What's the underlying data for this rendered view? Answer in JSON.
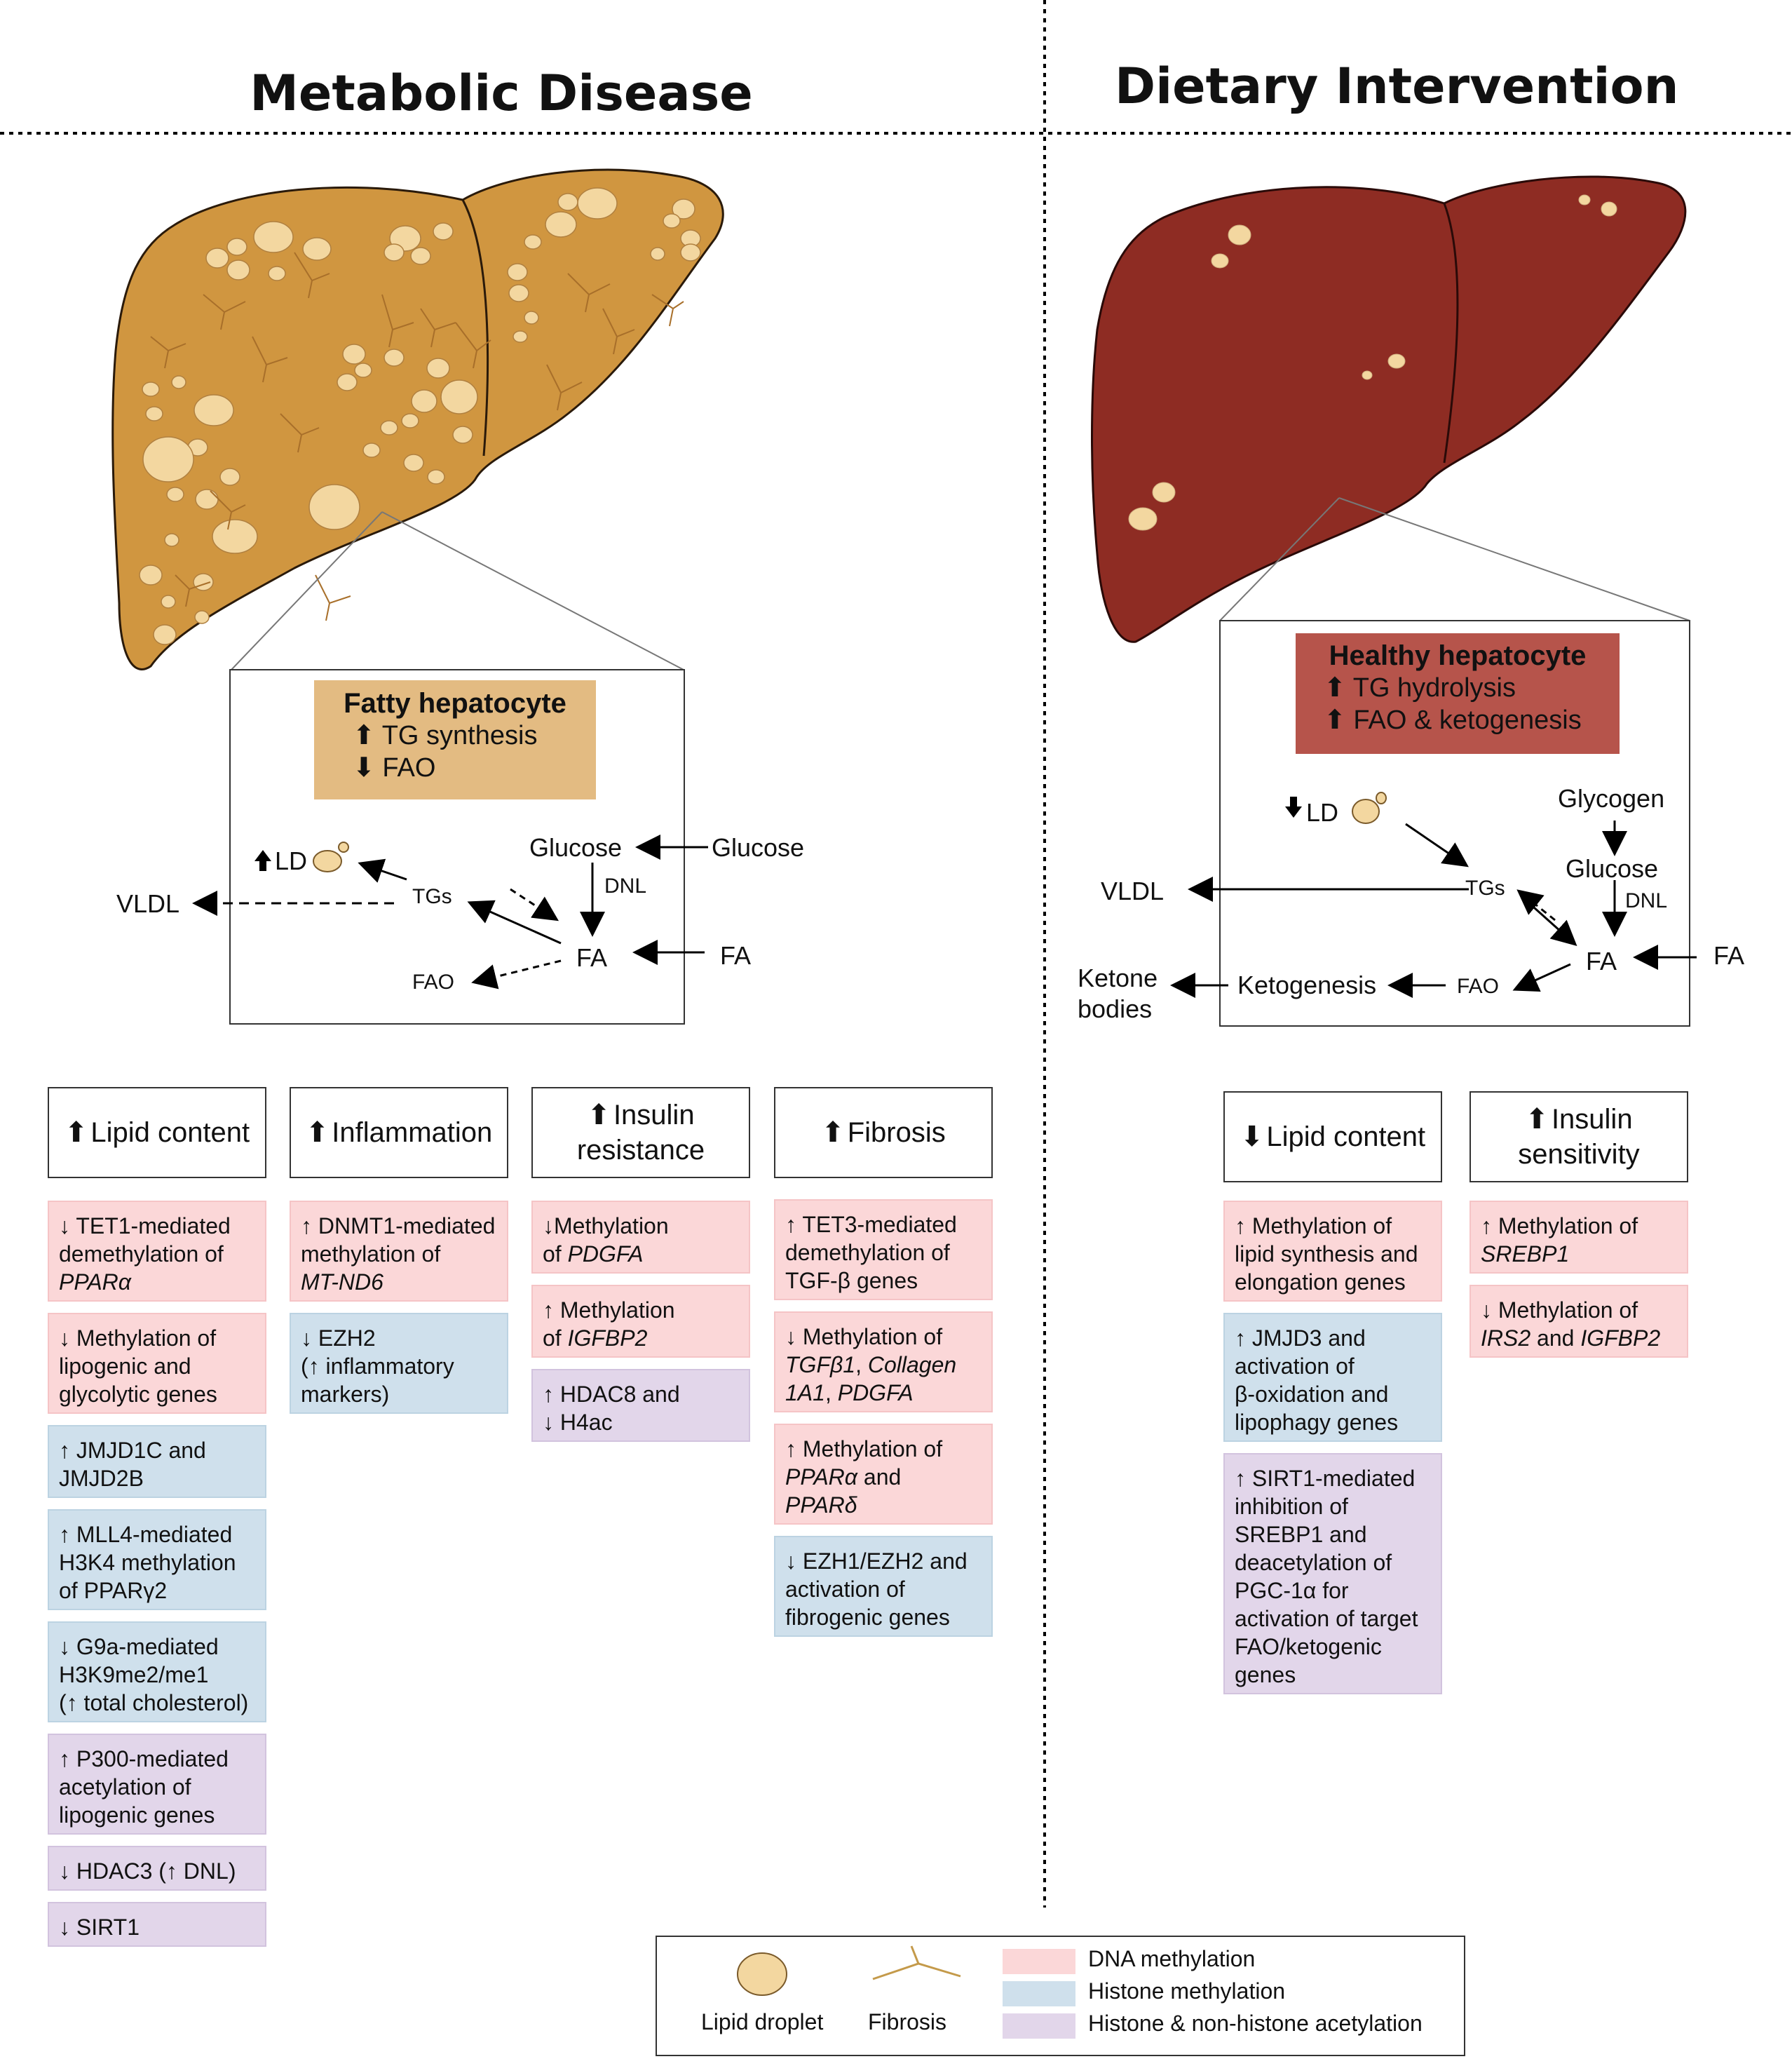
{
  "titles": {
    "left": "Metabolic Disease",
    "right": "Dietary Intervention"
  },
  "colors": {
    "fatty_liver": "#d09640",
    "fatty_liver_stroke": "#2a1a0a",
    "healthy_liver": "#8e2c23",
    "lipid_droplet": "#f3d7a0",
    "fatty_label_bg": "#e3bb82",
    "healthy_label_bg": "#b6544b",
    "dna_methylation": "#fbd7d8",
    "histone_methylation": "#cfe0ec",
    "acetylation": "#e2d6ea"
  },
  "fatty": {
    "label_title": "Fatty hepatocyte",
    "label_line1": "TG synthesis",
    "label_line2": "FAO",
    "ld": "LD",
    "tgs": "TGs",
    "vldl": "VLDL",
    "glucose_in": "Glucose",
    "glucose_out": "Glucose",
    "dnl": "DNL",
    "fa": "FA",
    "fa_in": "FA",
    "fao": "FAO"
  },
  "healthy": {
    "label_title": "Healthy hepatocyte",
    "label_line1": "TG hydrolysis",
    "label_line2": "FAO & ketogenesis",
    "ld": "LD",
    "tgs": "TGs",
    "vldl": "VLDL",
    "glycogen": "Glycogen",
    "glucose": "Glucose",
    "dnl": "DNL",
    "fa": "FA",
    "fa_in": "FA",
    "fao": "FAO",
    "ketogenesis": "Ketogenesis",
    "ketone1": "Ketone",
    "ketone2": "bodies"
  },
  "left_columns": [
    {
      "header": [
        "Lipid content"
      ],
      "arrow": "up",
      "cards": [
        {
          "type": "dna",
          "lines": [
            "↓ TET1-mediated",
            "demethylation  of",
            "<i>PPARα</i>"
          ]
        },
        {
          "type": "dna",
          "lines": [
            "↓ Methylation  of",
            "lipogenic  and",
            "glycolytic  genes"
          ]
        },
        {
          "type": "hm",
          "lines": [
            "↑ JMJD1C and",
            "JMJD2B"
          ]
        },
        {
          "type": "hm",
          "lines": [
            "↑ MLL4-mediated",
            "H3K4 methylation",
            "of PPARγ2"
          ]
        },
        {
          "type": "hm",
          "lines": [
            "↓ G9a-mediated",
            "H3K9me2/me1",
            "(↑ total cholesterol)"
          ]
        },
        {
          "type": "ac",
          "lines": [
            "↑ P300-mediated",
            "acetylation   of",
            "lipogenic  genes"
          ]
        },
        {
          "type": "ac",
          "lines": [
            "↓ HDAC3 (↑ DNL)"
          ]
        },
        {
          "type": "ac",
          "lines": [
            "↓ SIRT1"
          ]
        }
      ]
    },
    {
      "header": [
        "Inflammation"
      ],
      "arrow": "up",
      "cards": [
        {
          "type": "dna",
          "lines": [
            "↑ DNMT1-mediated",
            "methylation  of",
            "<i>MT-ND6</i>"
          ]
        },
        {
          "type": "hm",
          "lines": [
            "↓ EZH2",
            "(↑ inflammatory",
            "markers)"
          ]
        }
      ]
    },
    {
      "header": [
        "Insulin",
        "resistance"
      ],
      "arrow": "up",
      "cards": [
        {
          "type": "dna",
          "lines": [
            "↓Methylation",
            "of <i>PDGFA</i>"
          ]
        },
        {
          "type": "dna",
          "lines": [
            "↑ Methylation",
            "of <i>IGFBP2</i>"
          ]
        },
        {
          "type": "ac",
          "lines": [
            "↑ HDAC8 and",
            "↓ H4ac"
          ]
        }
      ]
    },
    {
      "header": [
        "Fibrosis"
      ],
      "arrow": "up",
      "cards": [
        {
          "type": "dna",
          "lines": [
            "↑ TET3-mediated",
            "demethylation  of",
            "TGF-β genes"
          ]
        },
        {
          "type": "dna",
          "lines": [
            "↓ Methylation  of",
            "<i>TGFβ1</i>, <i>Collagen</i>",
            "<i>1A1</i>,  <i>PDGFA</i>"
          ]
        },
        {
          "type": "dna",
          "lines": [
            "↑ Methylation  of",
            "<i>PPARα</i>  and",
            "<i>PPARδ</i>"
          ]
        },
        {
          "type": "hm",
          "lines": [
            "↓ EZH1/EZH2  and",
            "activation  of",
            "fibrogenic  genes"
          ]
        }
      ]
    }
  ],
  "right_columns": [
    {
      "header": [
        "Lipid content"
      ],
      "arrow": "down",
      "cards": [
        {
          "type": "dna",
          "lines": [
            "↑ Methylation  of",
            "lipid synthesis and",
            "elongation   genes"
          ]
        },
        {
          "type": "hm",
          "lines": [
            "↑ JMJD3 and",
            "activation  of",
            "β-oxidation  and",
            "lipophagy  genes"
          ]
        },
        {
          "type": "ac",
          "lines": [
            "↑ SIRT1-mediated",
            "inhibition  of",
            "SREBP1  and",
            "deacetylation   of",
            "PGC-1α  for",
            "activation  of target",
            "FAO/ketogenic",
            "genes"
          ]
        }
      ]
    },
    {
      "header": [
        "Insulin",
        "sensitivity"
      ],
      "arrow": "up",
      "cards": [
        {
          "type": "dna",
          "lines": [
            "↑ Methylation  of",
            "<i>SREBP1</i>"
          ]
        },
        {
          "type": "dna",
          "lines": [
            "↓ Methylation  of",
            "<i>IRS2</i> and  <i>IGFBP2</i>"
          ]
        }
      ]
    }
  ],
  "legend": {
    "lipid_droplet": "Lipid droplet",
    "fibrosis": "Fibrosis",
    "dna": "DNA methylation",
    "hm": "Histone  methylation",
    "ac": "Histone & non-histone   acetylation"
  }
}
